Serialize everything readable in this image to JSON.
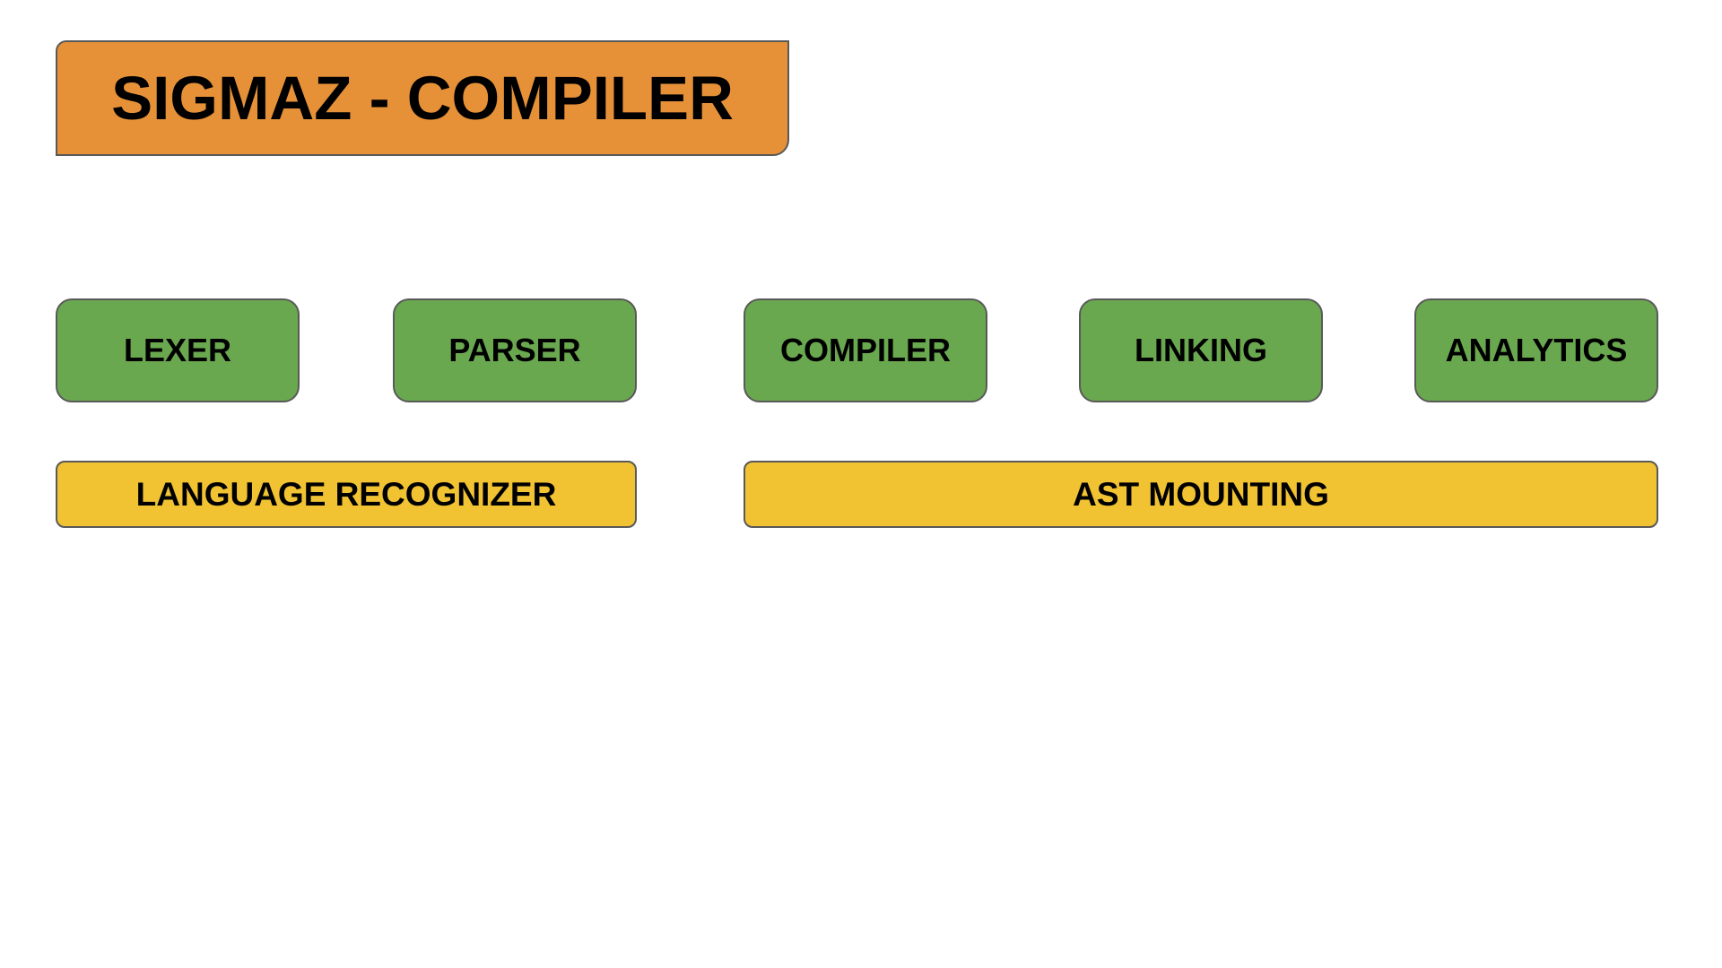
{
  "title": "SIGMAZ - COMPILER",
  "stages": [
    {
      "label": "LEXER"
    },
    {
      "label": "PARSER"
    },
    {
      "label": "COMPILER"
    },
    {
      "label": "LINKING"
    },
    {
      "label": "ANALYTICS"
    }
  ],
  "groups": [
    {
      "label": "LANGUAGE RECOGNIZER"
    },
    {
      "label": "AST MOUNTING"
    }
  ],
  "colors": {
    "title_fill": "#e69138",
    "stage_fill": "#6aa84f",
    "group_fill": "#f1c232",
    "border": "#595959"
  }
}
